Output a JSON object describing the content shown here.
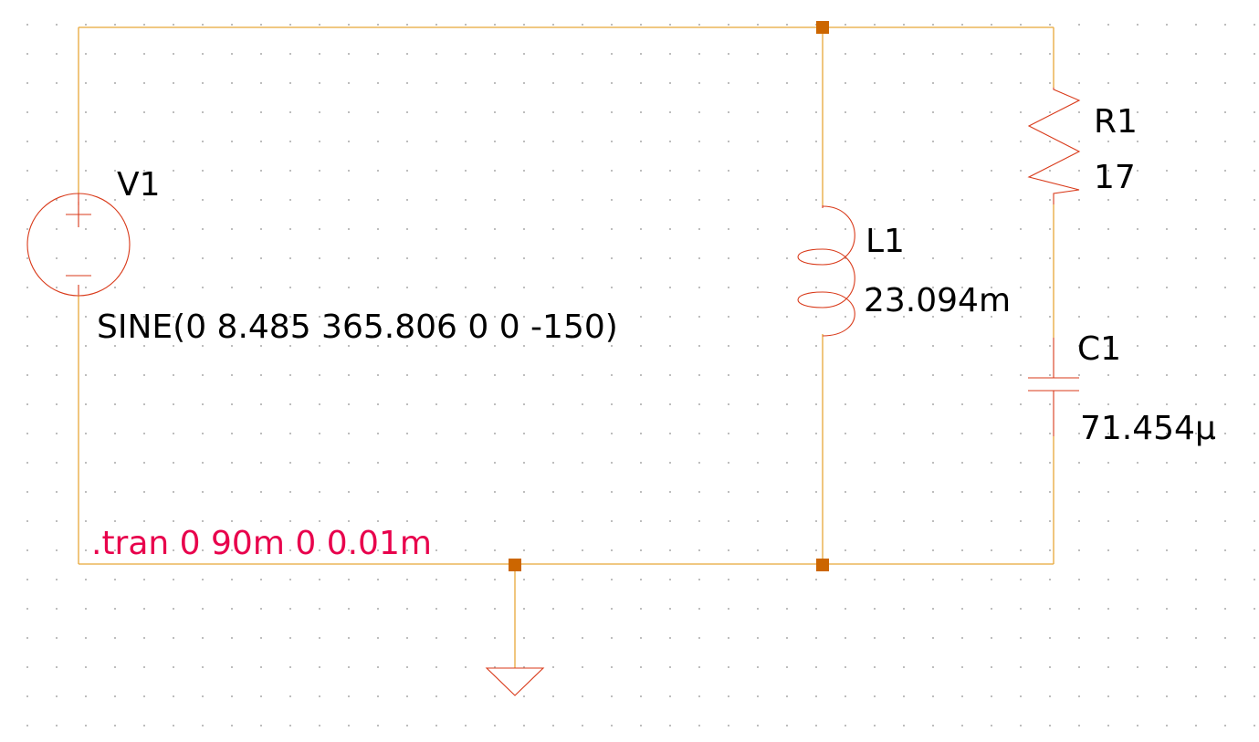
{
  "schematic": {
    "components": {
      "voltage_source": {
        "name": "V1",
        "value": "SINE(0 8.485 365.806 0 0 -150)"
      },
      "inductor": {
        "name": "L1",
        "value": "23.094m"
      },
      "resistor": {
        "name": "R1",
        "value": "17"
      },
      "capacitor": {
        "name": "C1",
        "value": "71.454µ"
      }
    },
    "directive": ".tran 0 90m 0 0.01m"
  },
  "colors": {
    "wire": "#e8a838",
    "component": "#d93a1a",
    "junction": "#cc6600",
    "directive": "#e8004c",
    "text": "#000000",
    "grid_dot": "#b8b8b8"
  }
}
